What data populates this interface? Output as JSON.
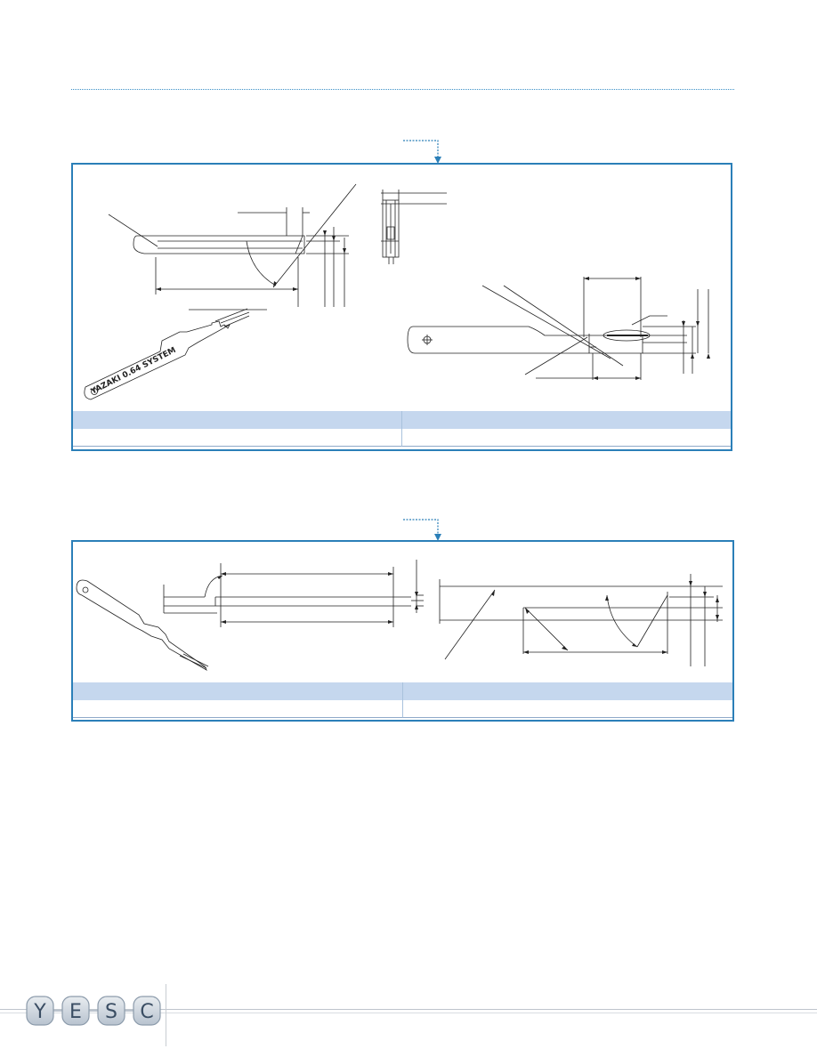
{
  "tool1": {
    "label": "YAZAKI 0.64 SYSTEM"
  },
  "logo": {
    "letters": [
      "Y",
      "E",
      "S",
      "C"
    ]
  },
  "colors": {
    "frame": "#2b7fb8",
    "table_header": "#c5d7ee",
    "arrow": "#2b7fb8"
  }
}
